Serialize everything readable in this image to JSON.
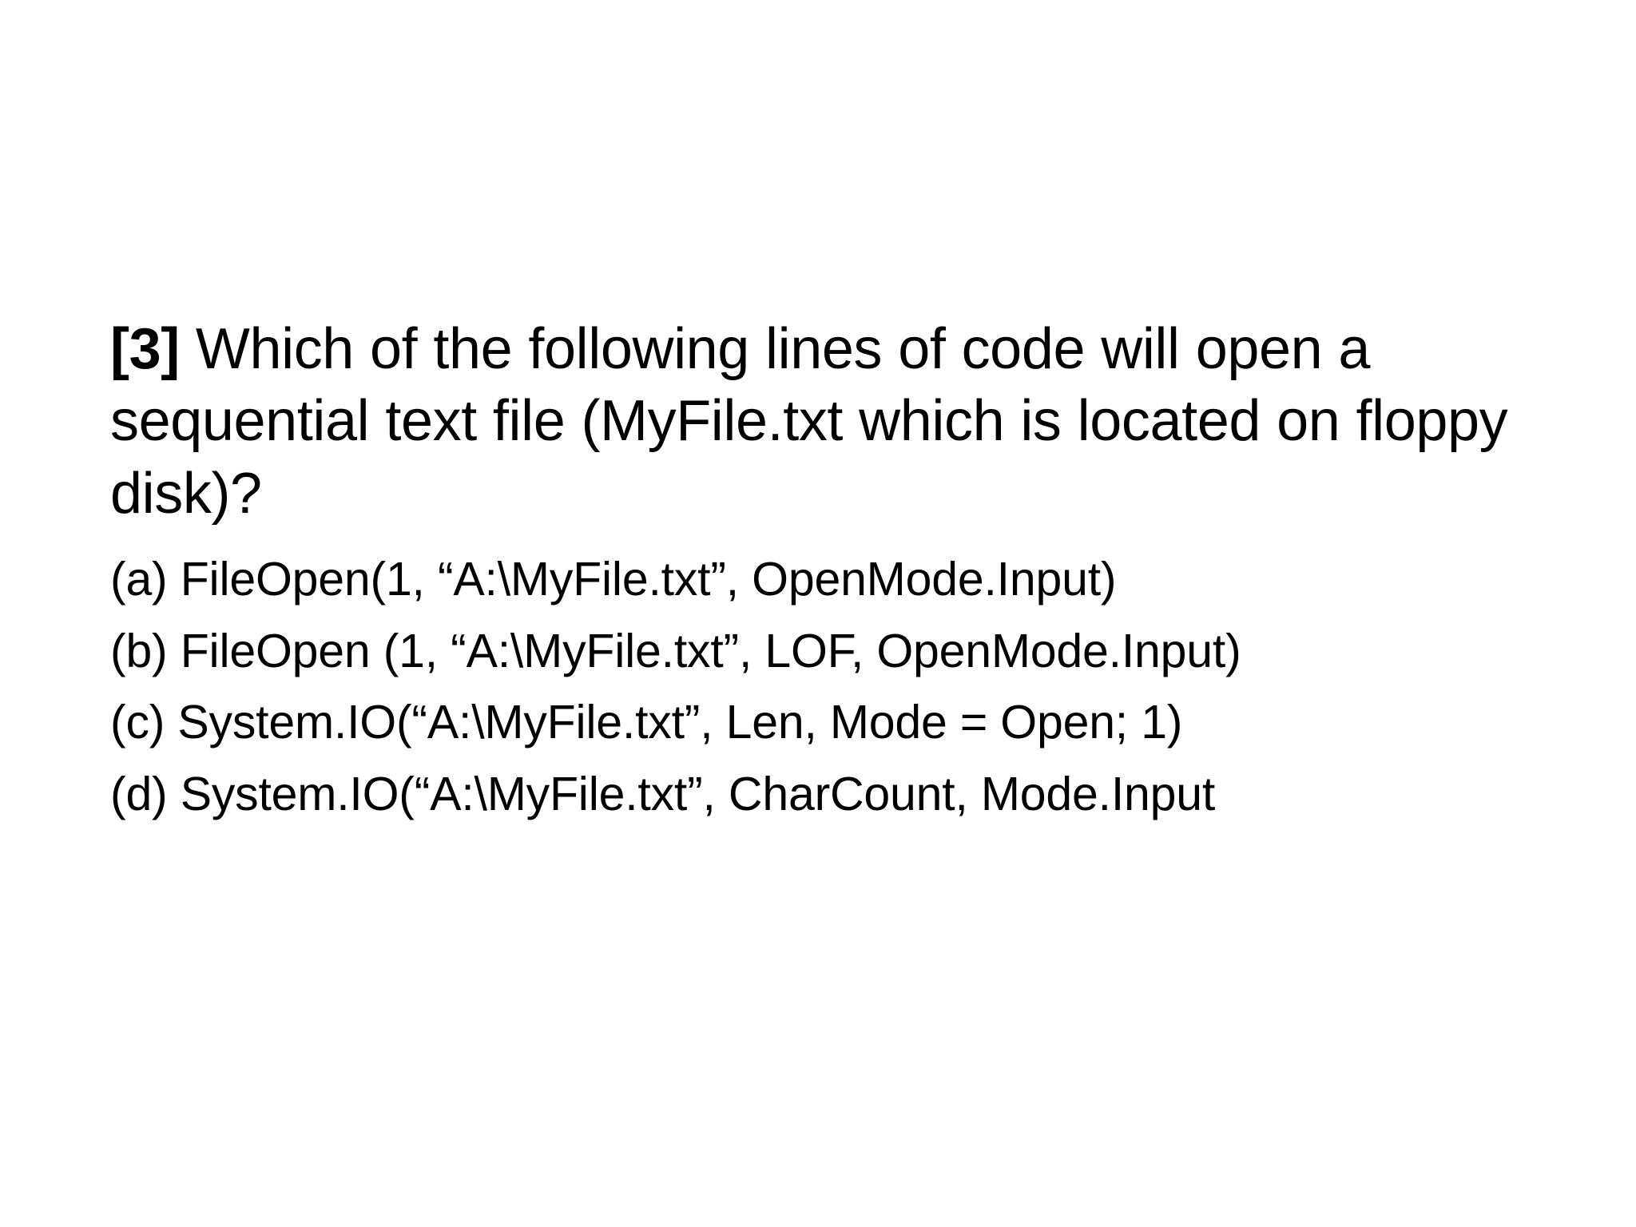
{
  "slide": {
    "background_color": "#FFFFFF",
    "text_color": "#000000",
    "question": {
      "number_label": "[3]",
      "prompt": " Which of the following lines of code will open a sequential text file (MyFile.txt which is located on floppy disk)?"
    },
    "options": [
      {
        "label": "(a)",
        "text": "(a) FileOpen(1, “A:\\MyFile.txt”, OpenMode.Input)"
      },
      {
        "label": "(b)",
        "text": "(b) FileOpen (1, “A:\\MyFile.txt”, LOF, OpenMode.Input)"
      },
      {
        "label": "(c)",
        "text": "(c) System.IO(“A:\\MyFile.txt”, Len, Mode = Open; 1)"
      },
      {
        "label": "(d)",
        "text": "(d) System.IO(“A:\\MyFile.txt”, CharCount, Mode.Input"
      }
    ]
  }
}
